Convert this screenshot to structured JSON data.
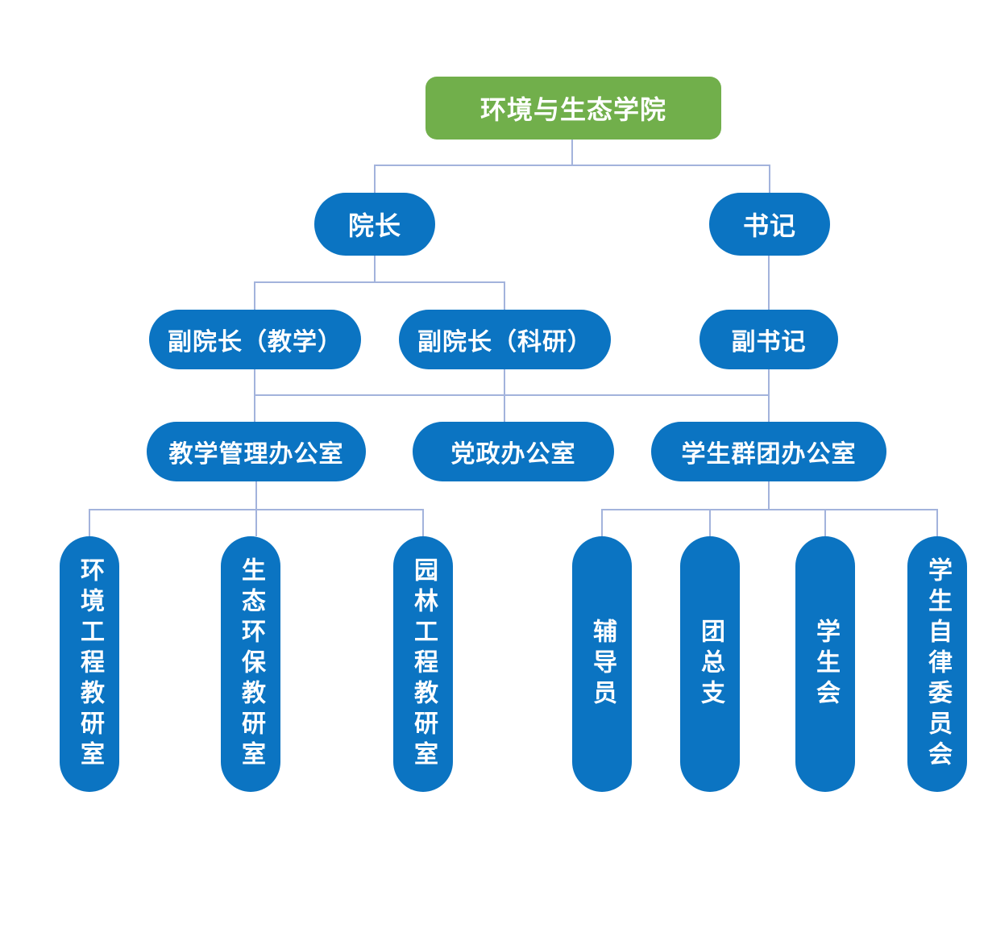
{
  "diagram": {
    "type": "org-chart",
    "nodes": {
      "root": "环境与生态学院",
      "dean": "院长",
      "secretary": "书记",
      "vice_dean_teaching": "副院长（教学）",
      "vice_dean_research": "副院长（科研）",
      "deputy_secretary": "副书记",
      "teaching_office": "教学管理办公室",
      "party_office": "党政办公室",
      "student_office": "学生群团办公室",
      "env_engineering": "环境工程教研室",
      "eco_protection": "生态环保教研室",
      "landscape_engineering": "园林工程教研室",
      "counselor": "辅导员",
      "league_branch": "团总支",
      "student_union": "学生会",
      "self_discipline_committee": "学生自律委员会"
    },
    "hierarchy": {
      "环境与生态学院": {
        "院长": {
          "副院长（教学）": {},
          "副院长（科研）": {}
        },
        "书记": {
          "副书记": {}
        }
      },
      "offices": {
        "教学管理办公室": [
          "环境工程教研室",
          "生态环保教研室",
          "园林工程教研室"
        ],
        "党政办公室": [],
        "学生群团办公室": [
          "辅导员",
          "团总支",
          "学生会",
          "学生自律委员会"
        ]
      }
    },
    "colors": {
      "root_fill": "#71af4b",
      "node_fill": "#0b74c2",
      "connector": "#a3b3dc",
      "text": "#ffffff",
      "background": "#ffffff"
    }
  }
}
